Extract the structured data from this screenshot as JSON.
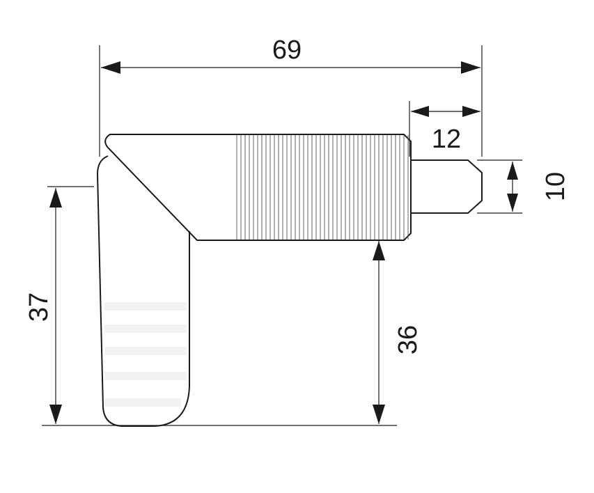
{
  "drawing": {
    "stroke_color": "#1a1a1a",
    "hatch_color": "#f2f2f2",
    "dimensions": {
      "overall_length": "69",
      "pin_length": "12",
      "pin_diameter": "10",
      "body_height": "37",
      "thread_height": "36"
    }
  }
}
